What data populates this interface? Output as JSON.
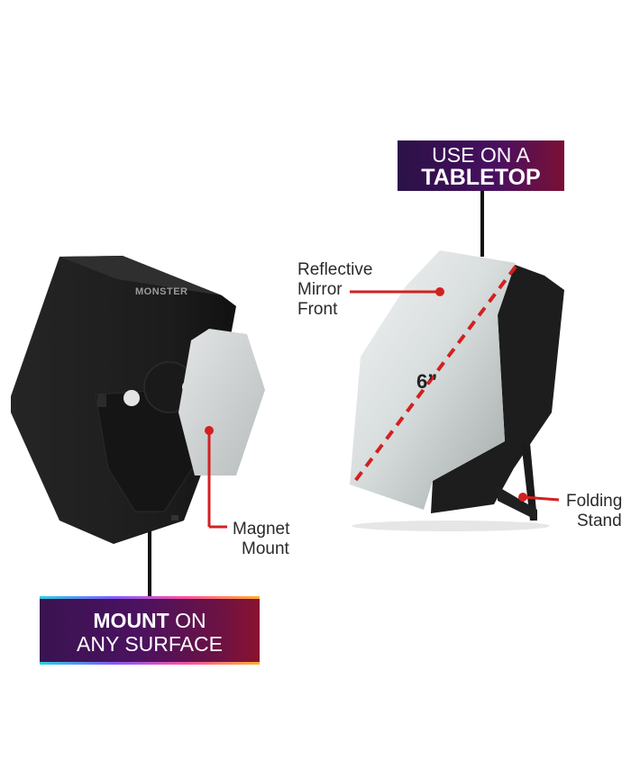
{
  "banners": {
    "top": {
      "line1": "USE ON A",
      "line2": "TABLETOP"
    },
    "bottom": {
      "line1_bold": "MOUNT",
      "line1_rest": " ON",
      "line2": "ANY SURFACE"
    }
  },
  "callouts": {
    "mirror": [
      "Reflective",
      "Mirror",
      "Front"
    ],
    "magnet": [
      "Magnet",
      "Mount"
    ],
    "stand": [
      "Folding",
      "Stand"
    ]
  },
  "dimension_label": "6”",
  "product": {
    "brand_logo": "MONSTER"
  },
  "colors": {
    "callout_red": "#d32020",
    "device_body": "#1e1e1e",
    "banner_purple": "#3b0f55",
    "banner_crimson": "#7a1035",
    "mirror_silver": "#d8dcdc"
  }
}
